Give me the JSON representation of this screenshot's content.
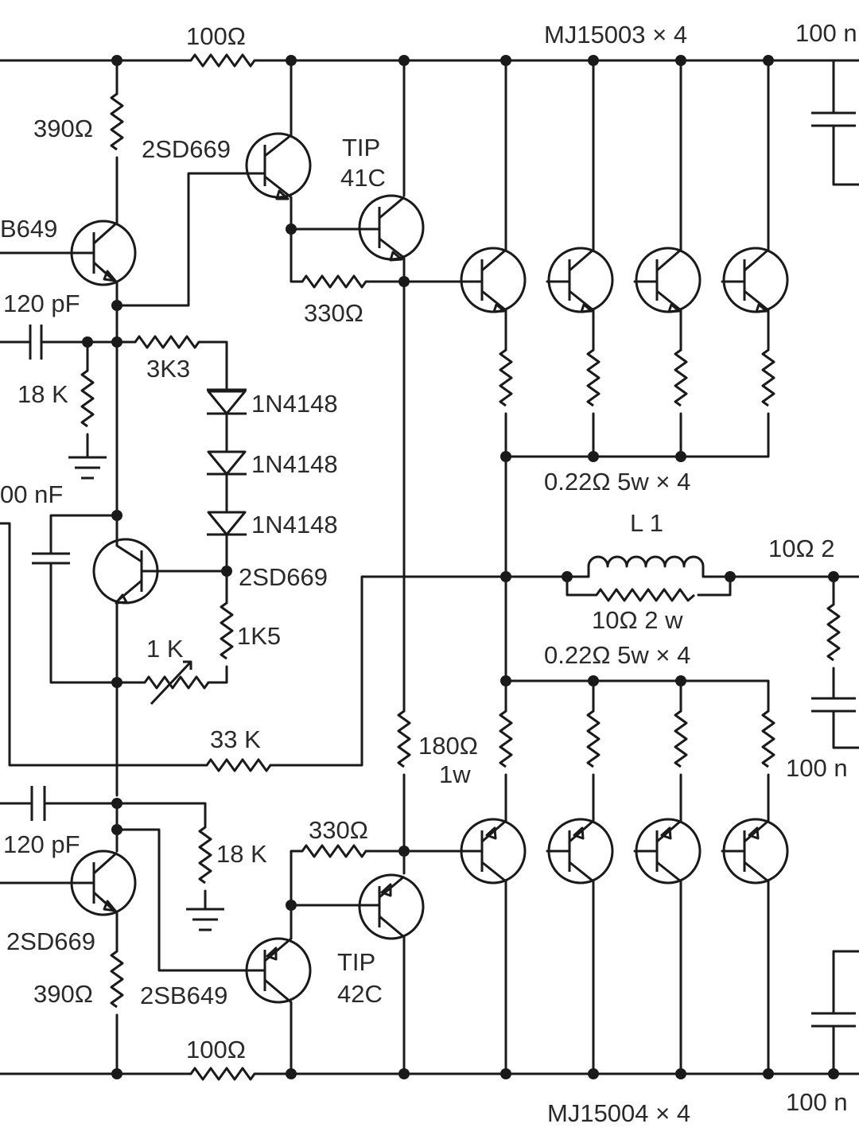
{
  "labels": {
    "r100_top": "100Ω",
    "mj15003": "MJ15003 × 4",
    "c100n_top_right": "100 n",
    "r390_top": "390Ω",
    "q_2sd669_top": "2SD669",
    "tip_top": "TIP",
    "tip41c": "41C",
    "q_b649_top": "B649",
    "c120pf_top": "120 pF",
    "r330_top": "330Ω",
    "r3k3": "3K3",
    "r18k_top": "18 K",
    "d1": "1N4148",
    "d2": "1N4148",
    "d3": "1N4148",
    "c100nf_left": "00 nF",
    "r_emitter_top": "0.22Ω  5w × 4",
    "l1": "L 1",
    "r10_out": "10Ω  2",
    "q_2sd669_mid": "2SD669",
    "r10_2w": "10Ω  2 w",
    "pot_1k": "1 K",
    "r1k5": "1K5",
    "r_emitter_bottom": "0.22Ω  5w × 4",
    "r33k": "33 K",
    "r180": "180Ω",
    "r180_w": "1w",
    "c100n_right_mid": "100 n",
    "r330_bottom": "330Ω",
    "c120pf_bottom": "120 pF",
    "r18k_bottom": "18 K",
    "q_2sd669_bottom": "2SD669",
    "tip_bottom": "TIP",
    "tip42c": "42C",
    "r390_bottom": "390Ω",
    "q_2sb649_bottom": "2SB649",
    "r100_bottom": "100Ω",
    "mj15004": "MJ15004 × 4",
    "c100n_bottom_right": "100 n"
  }
}
